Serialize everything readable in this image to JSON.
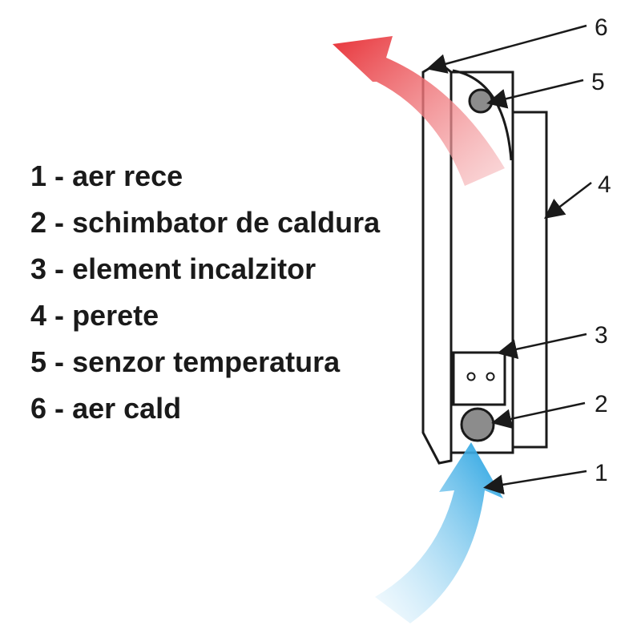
{
  "legend": [
    {
      "num": "1",
      "sep": "-",
      "label": "aer rece"
    },
    {
      "num": "2",
      "sep": "-",
      "label": "schimbator de caldura"
    },
    {
      "num": "3",
      "sep": "-",
      "label": "element incalzitor"
    },
    {
      "num": "4",
      "sep": "-",
      "label": "perete"
    },
    {
      "num": "5",
      "sep": "-",
      "label": "senzor temperatura"
    },
    {
      "num": "6",
      "sep": "-",
      "label": "aer cald"
    }
  ],
  "callouts": {
    "c1": "1",
    "c2": "2",
    "c3": "3",
    "c4": "4",
    "c5": "5",
    "c6": "6"
  },
  "colors": {
    "hot_air": "#e8343a",
    "cold_air": "#1e9fe0",
    "sensor": "#8c8c8c",
    "outline": "#1a1a1a"
  }
}
